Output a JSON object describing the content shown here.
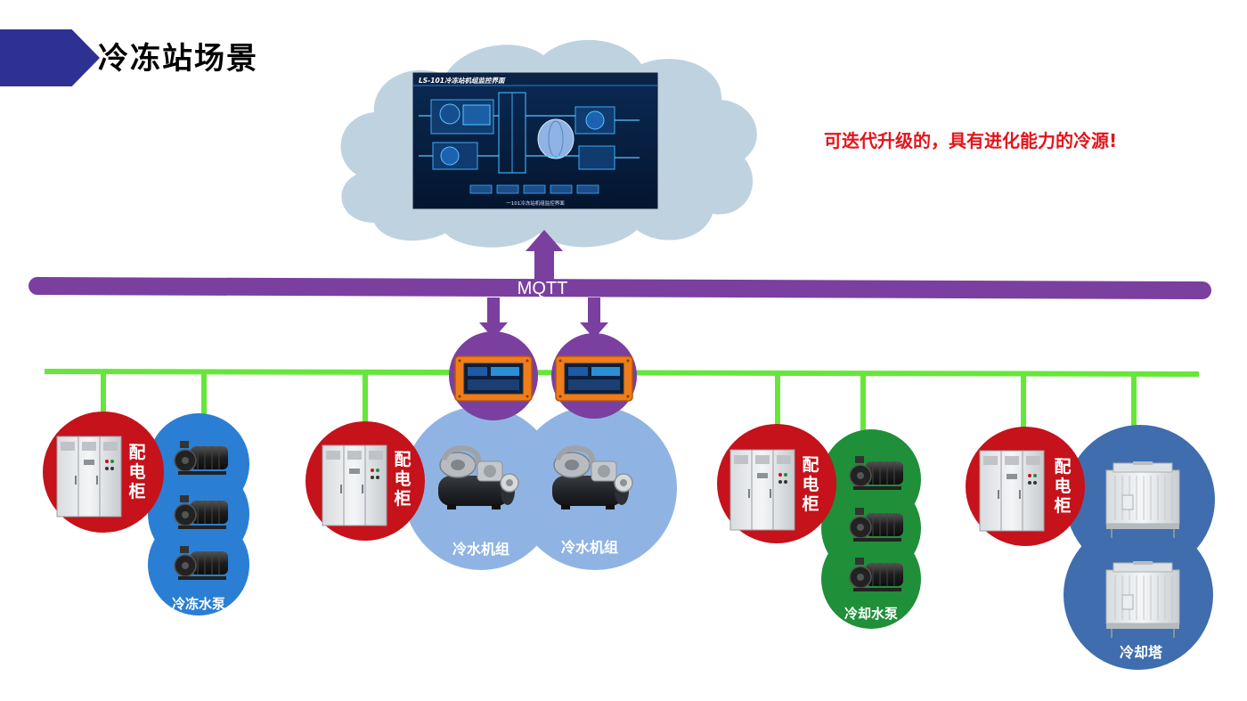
{
  "page": {
    "title": "冷冻站场景",
    "tagline": "可迭代升级的，具有进化能力的冷源!"
  },
  "monitor": {
    "screen_title": "LS-101冷冻站机组监控界面",
    "caption": "一101冷冻站机组监控界面"
  },
  "network": {
    "protocol": "MQTT"
  },
  "groups": {
    "chilled_pump": {
      "cabinet_label": "配电柜",
      "equipment_label": "冷冻水泵"
    },
    "chiller": {
      "cabinet_label": "配电柜",
      "unit_1_label": "冷水机组",
      "unit_2_label": "冷水机组"
    },
    "cooling_pump": {
      "cabinet_label": "配电柜",
      "equipment_label": "冷却水泵"
    },
    "cooling_tower": {
      "cabinet_label": "配电柜",
      "equipment_label": "冷却塔"
    }
  },
  "colors": {
    "banner": "#2e3192",
    "bus": "#7b3fa0",
    "field_line": "#66e63a",
    "cabinet_circle": "#c5121b",
    "chilled_pump_circle": "#2a7fd4",
    "chiller_circle": "#8fb4e3",
    "cooling_pump_circle": "#1f8f3a",
    "tower_circle": "#3f6dae",
    "cloud": "#bfd2df",
    "gateway_box": "#f07c1a",
    "tagline": "#e3141b"
  }
}
